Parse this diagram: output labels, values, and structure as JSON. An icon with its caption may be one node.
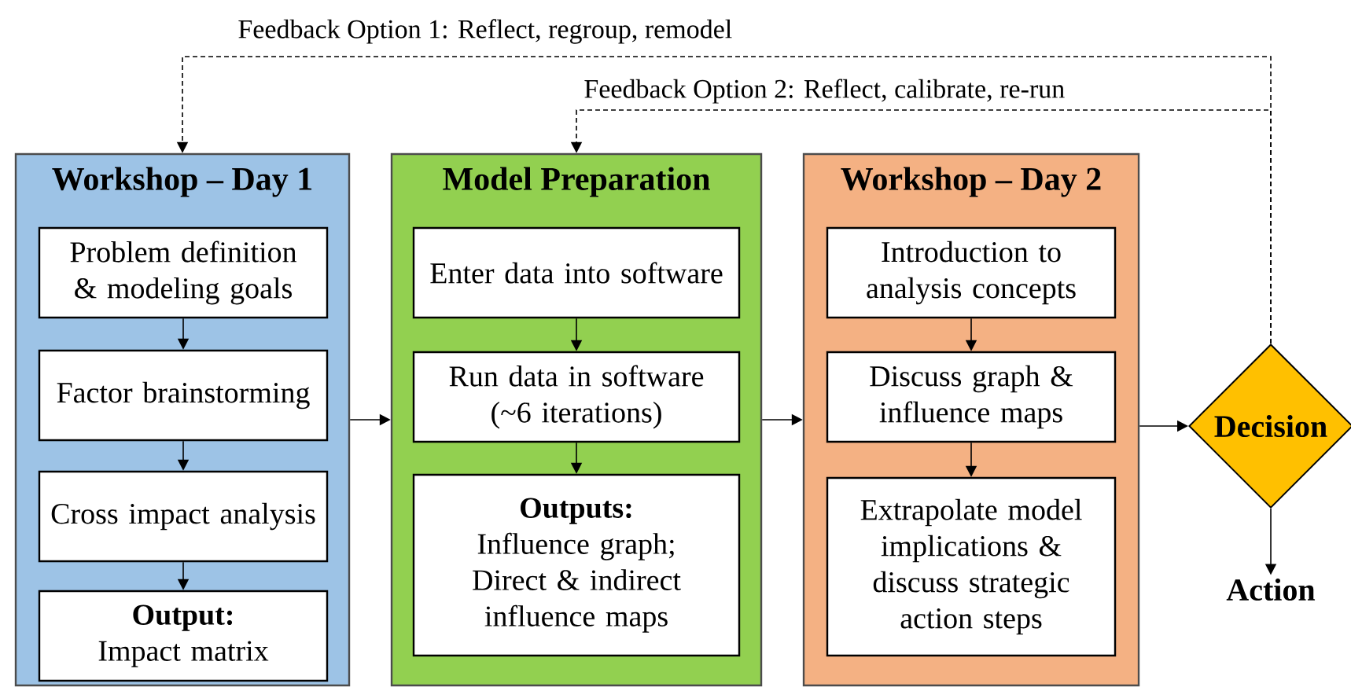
{
  "diagram": {
    "nodes": [
      {
        "text": [
          "Workshop – Day 1"
        ]
      },
      {
        "text": [
          "Problem definition & modeling goals"
        ],
        "in": 0
      },
      {
        "text": [
          "Factor brainstorming"
        ],
        "in": 0
      },
      {
        "text": [
          "Cross impact analysis"
        ],
        "in": 0
      },
      {
        "text": [
          "**Output:** Impact matrix"
        ],
        "in": 0
      },
      {
        "text": [
          "Model Preparation"
        ]
      },
      {
        "text": [
          "Enter data into software"
        ],
        "in": 5
      },
      {
        "text": [
          "Run data in software (~6 iterations)"
        ],
        "in": 5
      },
      {
        "text": [
          "Outputs:",
          "Influence graph; Direct & indirect influence maps"
        ],
        "in": 5
      },
      {
        "text": [
          "Workshop – Day 2"
        ]
      },
      {
        "text": [
          "Introduction to analysis concepts"
        ],
        "in": 9
      },
      {
        "text": [
          "Discuss graph & influence maps"
        ],
        "in": 9
      },
      {
        "text": [
          "Extrapolate model implications & discuss strategic action steps"
        ],
        "in": 9
      },
      {
        "text": [
          "Decision"
        ]
      },
      {
        "text": [
          "Action"
        ]
      }
    ],
    "edges": [
      {
        "from": 1,
        "to": 2,
        "arrow": "to"
      },
      {
        "from": 2,
        "to": 3,
        "arrow": "to"
      },
      {
        "from": 3,
        "to": 4,
        "arrow": "to"
      },
      {
        "from": 0,
        "to": 5,
        "arrow": "to"
      },
      {
        "from": 6,
        "to": 7,
        "arrow": "to"
      },
      {
        "from": 7,
        "to": 8,
        "arrow": "to"
      },
      {
        "from": 5,
        "to": 9,
        "arrow": "to"
      },
      {
        "from": 10,
        "to": 11,
        "arrow": "to"
      },
      {
        "from": 11,
        "to": 12,
        "arrow": "to"
      },
      {
        "from": 9,
        "to": 13,
        "arrow": "to"
      },
      {
        "from": 13,
        "to": 14,
        "arrow": "to"
      },
      {
        "from": 13,
        "to": 0,
        "arrow": "to",
        "style": "dashed",
        "label": "Feedback Option 1: Reflect, regroup, remodel"
      },
      {
        "from": 13,
        "to": 5,
        "arrow": "to",
        "style": "dashed",
        "label": "Feedback Option 2: Reflect, calibrate, re-run"
      }
    ]
  }
}
